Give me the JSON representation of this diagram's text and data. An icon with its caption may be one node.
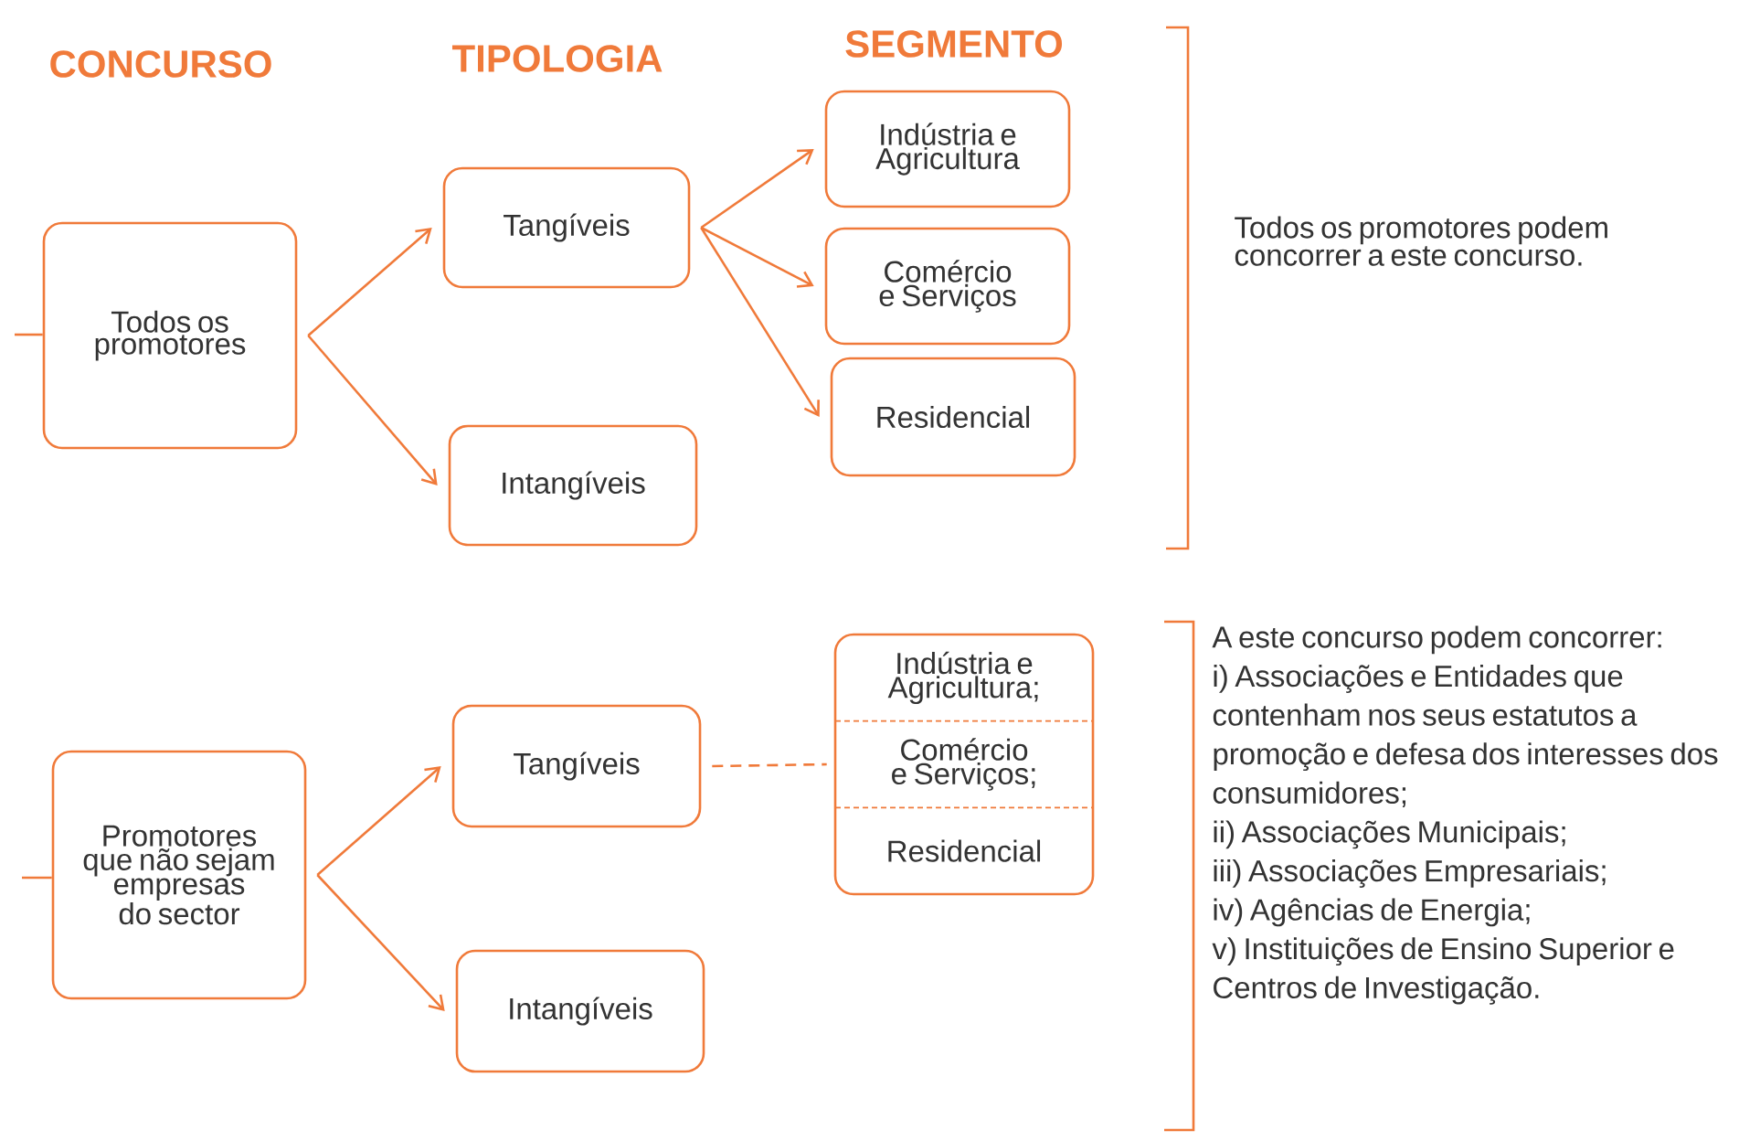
{
  "diagram": {
    "nodes": [
      {
        "text": [
          "Todos os promotores"
        ]
      },
      {
        "text": [
          "Tangíveis"
        ]
      },
      {
        "text": [
          "Intangíveis"
        ]
      },
      {
        "text": [
          "Indústria e Agricultura"
        ]
      },
      {
        "text": [
          "Comércio e Serviços"
        ]
      },
      {
        "text": [
          "Residencial"
        ]
      },
      {
        "text": [
          "Promotores que não sejam empresas do sector"
        ]
      },
      {
        "text": [
          "Tangíveis"
        ]
      },
      {
        "text": [
          "Intangíveis"
        ]
      },
      {
        "text": [
          "Indústria e Agricultura;",
          "Comércio e Serviços;",
          "Residencial"
        ]
      }
    ],
    "edges": [
      {
        "from": null,
        "to": 0,
        "arrow": "none"
      },
      {
        "from": 0,
        "to": 1,
        "arrow": "to"
      },
      {
        "from": 0,
        "to": 2,
        "arrow": "to"
      },
      {
        "from": 1,
        "to": 3,
        "arrow": "to"
      },
      {
        "from": 1,
        "to": 4,
        "arrow": "to"
      },
      {
        "from": 1,
        "to": 5,
        "arrow": "to"
      },
      {
        "from": null,
        "to": 6,
        "arrow": "none"
      },
      {
        "from": 6,
        "to": 7,
        "arrow": "to"
      },
      {
        "from": 6,
        "to": 8,
        "arrow": "to"
      },
      {
        "from": 7,
        "to": 9,
        "arrow": "none",
        "style": "dashed"
      }
    ],
    "labels": [
      "CONCURSO",
      "TIPOLOGIA",
      "SEGMENTO",
      "Todos os promotores podem concorrer a este concurso.",
      "A este concurso podem concorrer:",
      "i) Associações e Entidades que contenham nos seus estatutos a promoção e defesa dos interesses dos consumidores;",
      "ii) Associações Municipais;",
      "iii) Associações Empresariais;",
      "iv) Agências de Energia;",
      "v) Instituições de Ensino Superior e Centros de Investigação."
    ]
  }
}
